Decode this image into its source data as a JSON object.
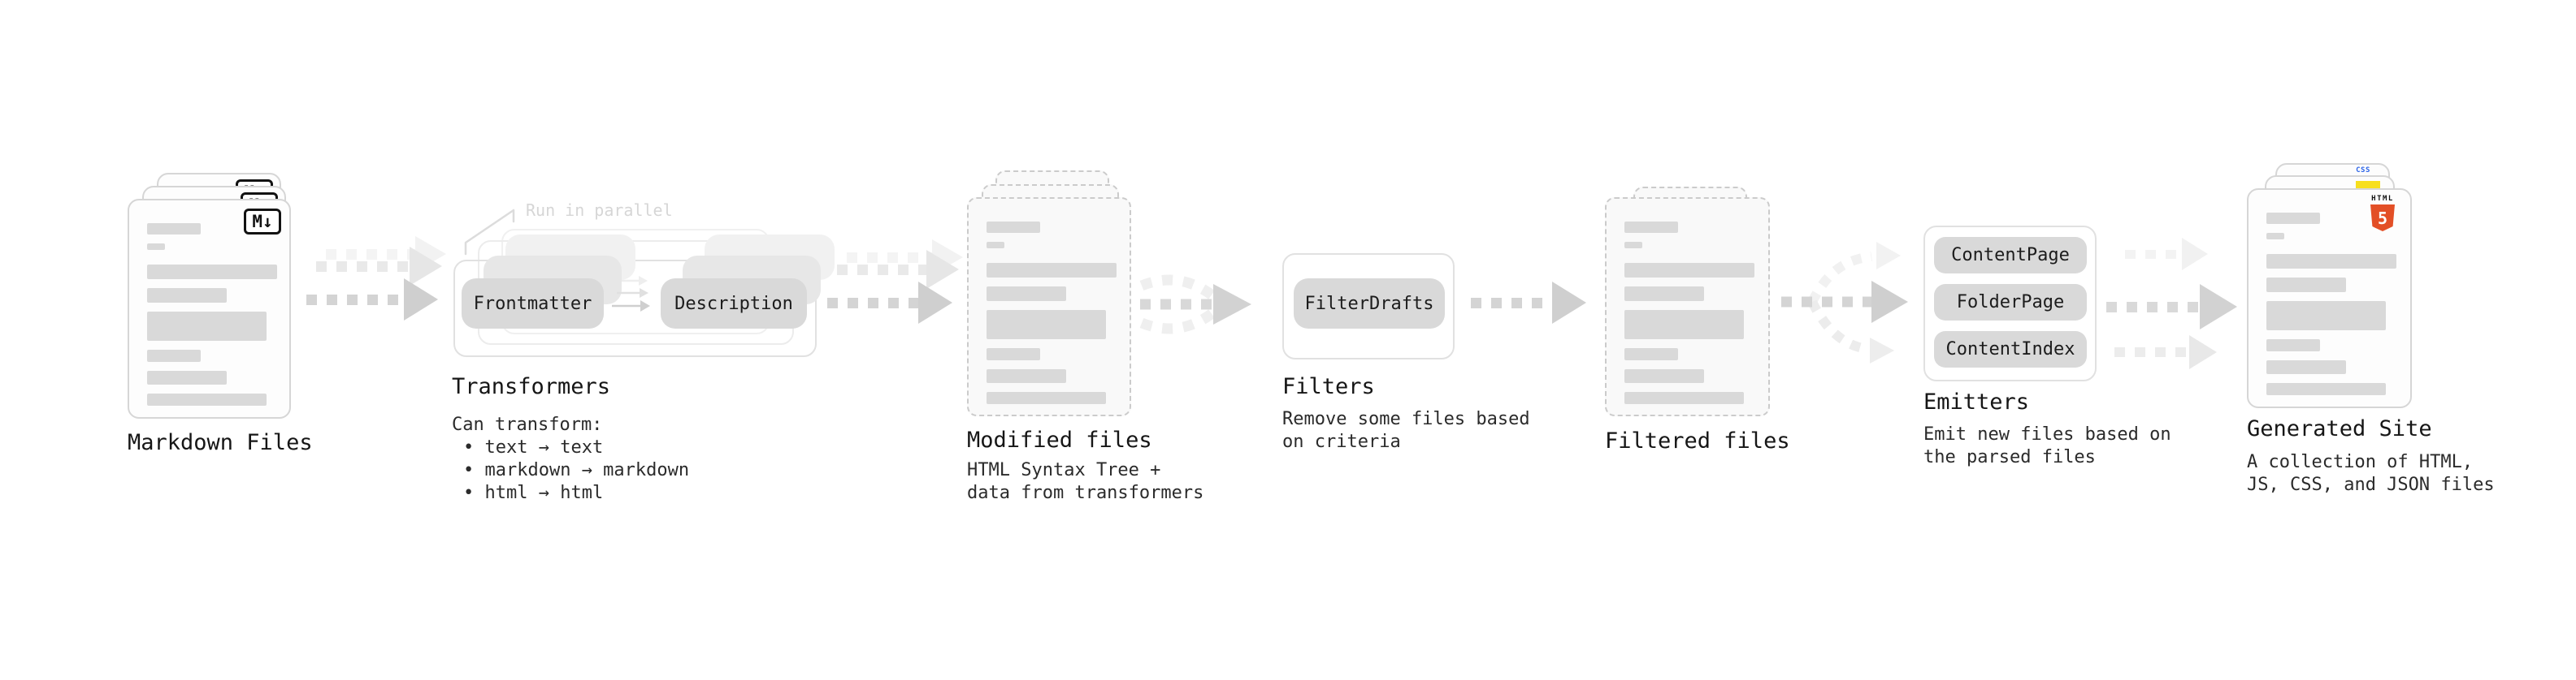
{
  "colors": {
    "skeleton_gray": "#d9d9d9",
    "pill_gray": "#d9d9d9",
    "arrow_gray": "#d2d2d2",
    "html5_orange": "#e34f26",
    "js_yellow": "#f7df1e",
    "css_blue": "#2b63e8"
  },
  "stages": {
    "markdown_files": {
      "label": "Markdown Files",
      "badge": "M↓"
    },
    "transformers": {
      "label": "Transformers",
      "callout": "Run in parallel",
      "pills": [
        "Frontmatter",
        "Description"
      ],
      "note_title": "Can transform:",
      "bullets": [
        "• text → text",
        "• markdown → markdown",
        "• html → html"
      ]
    },
    "modified_files": {
      "label": "Modified files",
      "description": "HTML Syntax Tree +\ndata from transformers"
    },
    "filters": {
      "label": "Filters",
      "pills": [
        "FilterDrafts"
      ],
      "description": "Remove some files based\non criteria"
    },
    "filtered_files": {
      "label": "Filtered files"
    },
    "emitters": {
      "label": "Emitters",
      "pills": [
        "ContentPage",
        "FolderPage",
        "ContentIndex"
      ],
      "description": "Emit new files based on\nthe parsed files"
    },
    "generated_site": {
      "label": "Generated Site",
      "description": "A collection of HTML,\nJS, CSS, and JSON files",
      "badges": {
        "css": "CSS",
        "html_word": "HTML",
        "html_number": "5"
      }
    }
  }
}
